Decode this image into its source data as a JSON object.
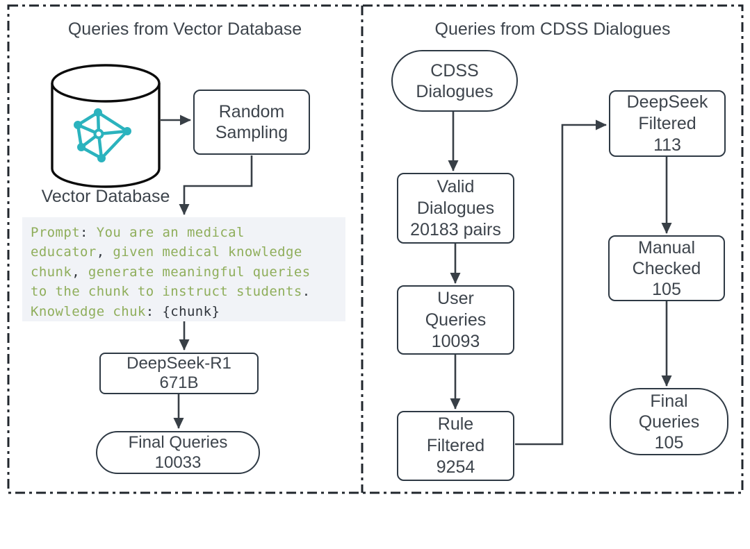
{
  "colors": {
    "border_dash": "#20262c",
    "node_border": "#2e3944",
    "arrow": "#383f46",
    "text": "#3d444c",
    "teal_accent": "#2bb3be",
    "prompt_green": "#8fae5b",
    "prompt_dark": "#2f343b",
    "prompt_bg": "#f1f3f7"
  },
  "left_panel": {
    "title": "Queries from Vector Database",
    "database_label": "Vector Database",
    "nodes": {
      "random_sampling": {
        "lines": [
          "Random",
          "Sampling"
        ]
      },
      "deepseek_r1": {
        "lines": [
          "DeepSeek-R1",
          "671B"
        ]
      },
      "final_queries": {
        "lines": [
          "Final Queries",
          "10033"
        ]
      }
    },
    "prompt": {
      "lines": [
        [
          {
            "t": "Prompt",
            "c": "g"
          },
          {
            "t": ":",
            "c": "d"
          },
          {
            "t": " You are an medical",
            "c": "g"
          }
        ],
        [
          {
            "t": "educator",
            "c": "g"
          },
          {
            "t": ",",
            "c": "d"
          },
          {
            "t": " given medical knowledge",
            "c": "g"
          }
        ],
        [
          {
            "t": "chunk",
            "c": "g"
          },
          {
            "t": ",",
            "c": "d"
          },
          {
            "t": " generate meaningful queries",
            "c": "g"
          }
        ],
        [
          {
            "t": "to the chunk to instruct students",
            "c": "g"
          },
          {
            "t": ".",
            "c": "d"
          }
        ],
        [
          {
            "t": "Knowledge chuk",
            "c": "g"
          },
          {
            "t": ":",
            "c": "d"
          },
          {
            "t": " ",
            "c": "g"
          },
          {
            "t": "{chunk}",
            "c": "d"
          }
        ]
      ]
    }
  },
  "right_panel": {
    "title": "Queries from CDSS Dialogues",
    "nodes": {
      "cdss_dialogues": {
        "lines": [
          "CDSS",
          "Dialogues"
        ]
      },
      "valid_dialogues": {
        "lines": [
          "Valid",
          "Dialogues",
          "20183 pairs"
        ]
      },
      "user_queries": {
        "lines": [
          "User",
          "Queries",
          "10093"
        ]
      },
      "rule_filtered": {
        "lines": [
          "Rule",
          "Filtered",
          "9254"
        ]
      },
      "deepseek_filtered": {
        "lines": [
          "DeepSeek",
          "Filtered",
          "113"
        ]
      },
      "manual_checked": {
        "lines": [
          "Manual",
          "Checked",
          "105"
        ]
      },
      "final_queries": {
        "lines": [
          "Final",
          "Queries",
          "105"
        ]
      }
    }
  }
}
